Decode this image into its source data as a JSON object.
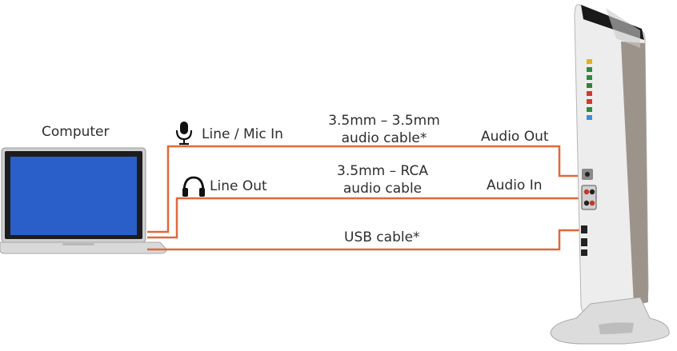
{
  "labels": {
    "computer": "Computer",
    "line_mic_in": "Line / Mic In",
    "line_out": "Line Out",
    "cable1_line1": "3.5mm – 3.5mm",
    "cable1_line2": "audio cable*",
    "cable2_line1": "3.5mm – RCA",
    "cable2_line2": "audio cable",
    "usb_cable": "USB cable*",
    "audio_out": "Audio Out",
    "audio_in": "Audio In"
  },
  "icons": {
    "microphone": "microphone-icon",
    "headphones": "headphones-icon"
  },
  "colors": {
    "cable": "#e0693a",
    "screen": "#2a5ec9",
    "laptop_body": "#d8d8d8",
    "speaker_body": "#ececec",
    "speaker_grille": "#9c938a"
  }
}
